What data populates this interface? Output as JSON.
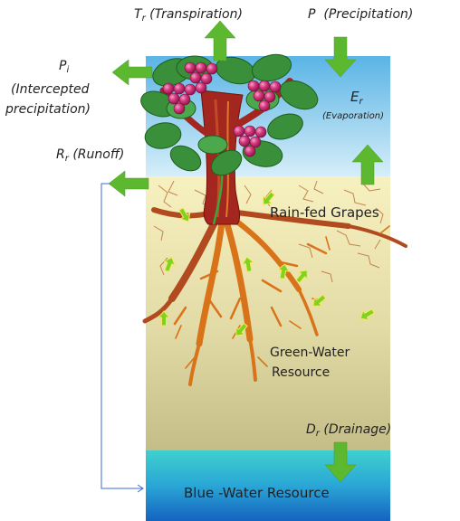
{
  "labels": {
    "transpiration": {
      "symbol": "T",
      "sub": "r",
      "text": "(Transpiration)"
    },
    "precipitation": {
      "symbol": "P",
      "text": "(Precipitation)"
    },
    "intercepted": {
      "symbol": "P",
      "sub": "i",
      "line2": "(Intercepted",
      "line3": "precipitation)"
    },
    "evaporation": {
      "symbol": "E",
      "sub": "r",
      "text": "(Evaporation)"
    },
    "runoff": {
      "symbol": "R",
      "sub": "r",
      "text": "(Runoff)"
    },
    "crop": "Rain-fed Grapes",
    "green_water_1": "Green-Water",
    "green_water_2": "Resource",
    "drainage": {
      "symbol": "D",
      "sub": "r",
      "text": "(Drainage)"
    },
    "blue_water": "Blue -Water Resource"
  },
  "colors": {
    "sky_top": "#5ab4e6",
    "sky_bottom": "#cfe9f7",
    "soil_top": "#f6efbb",
    "soil_bottom": "#c9c089",
    "water_top": "#36c8c8",
    "water_bottom": "#1a6fc4",
    "arrow_green": "#5cb82e",
    "leaf": "#3a8f3a",
    "trunk": "#a3261f",
    "grape": "#c8286e",
    "root": "#e0801e"
  }
}
